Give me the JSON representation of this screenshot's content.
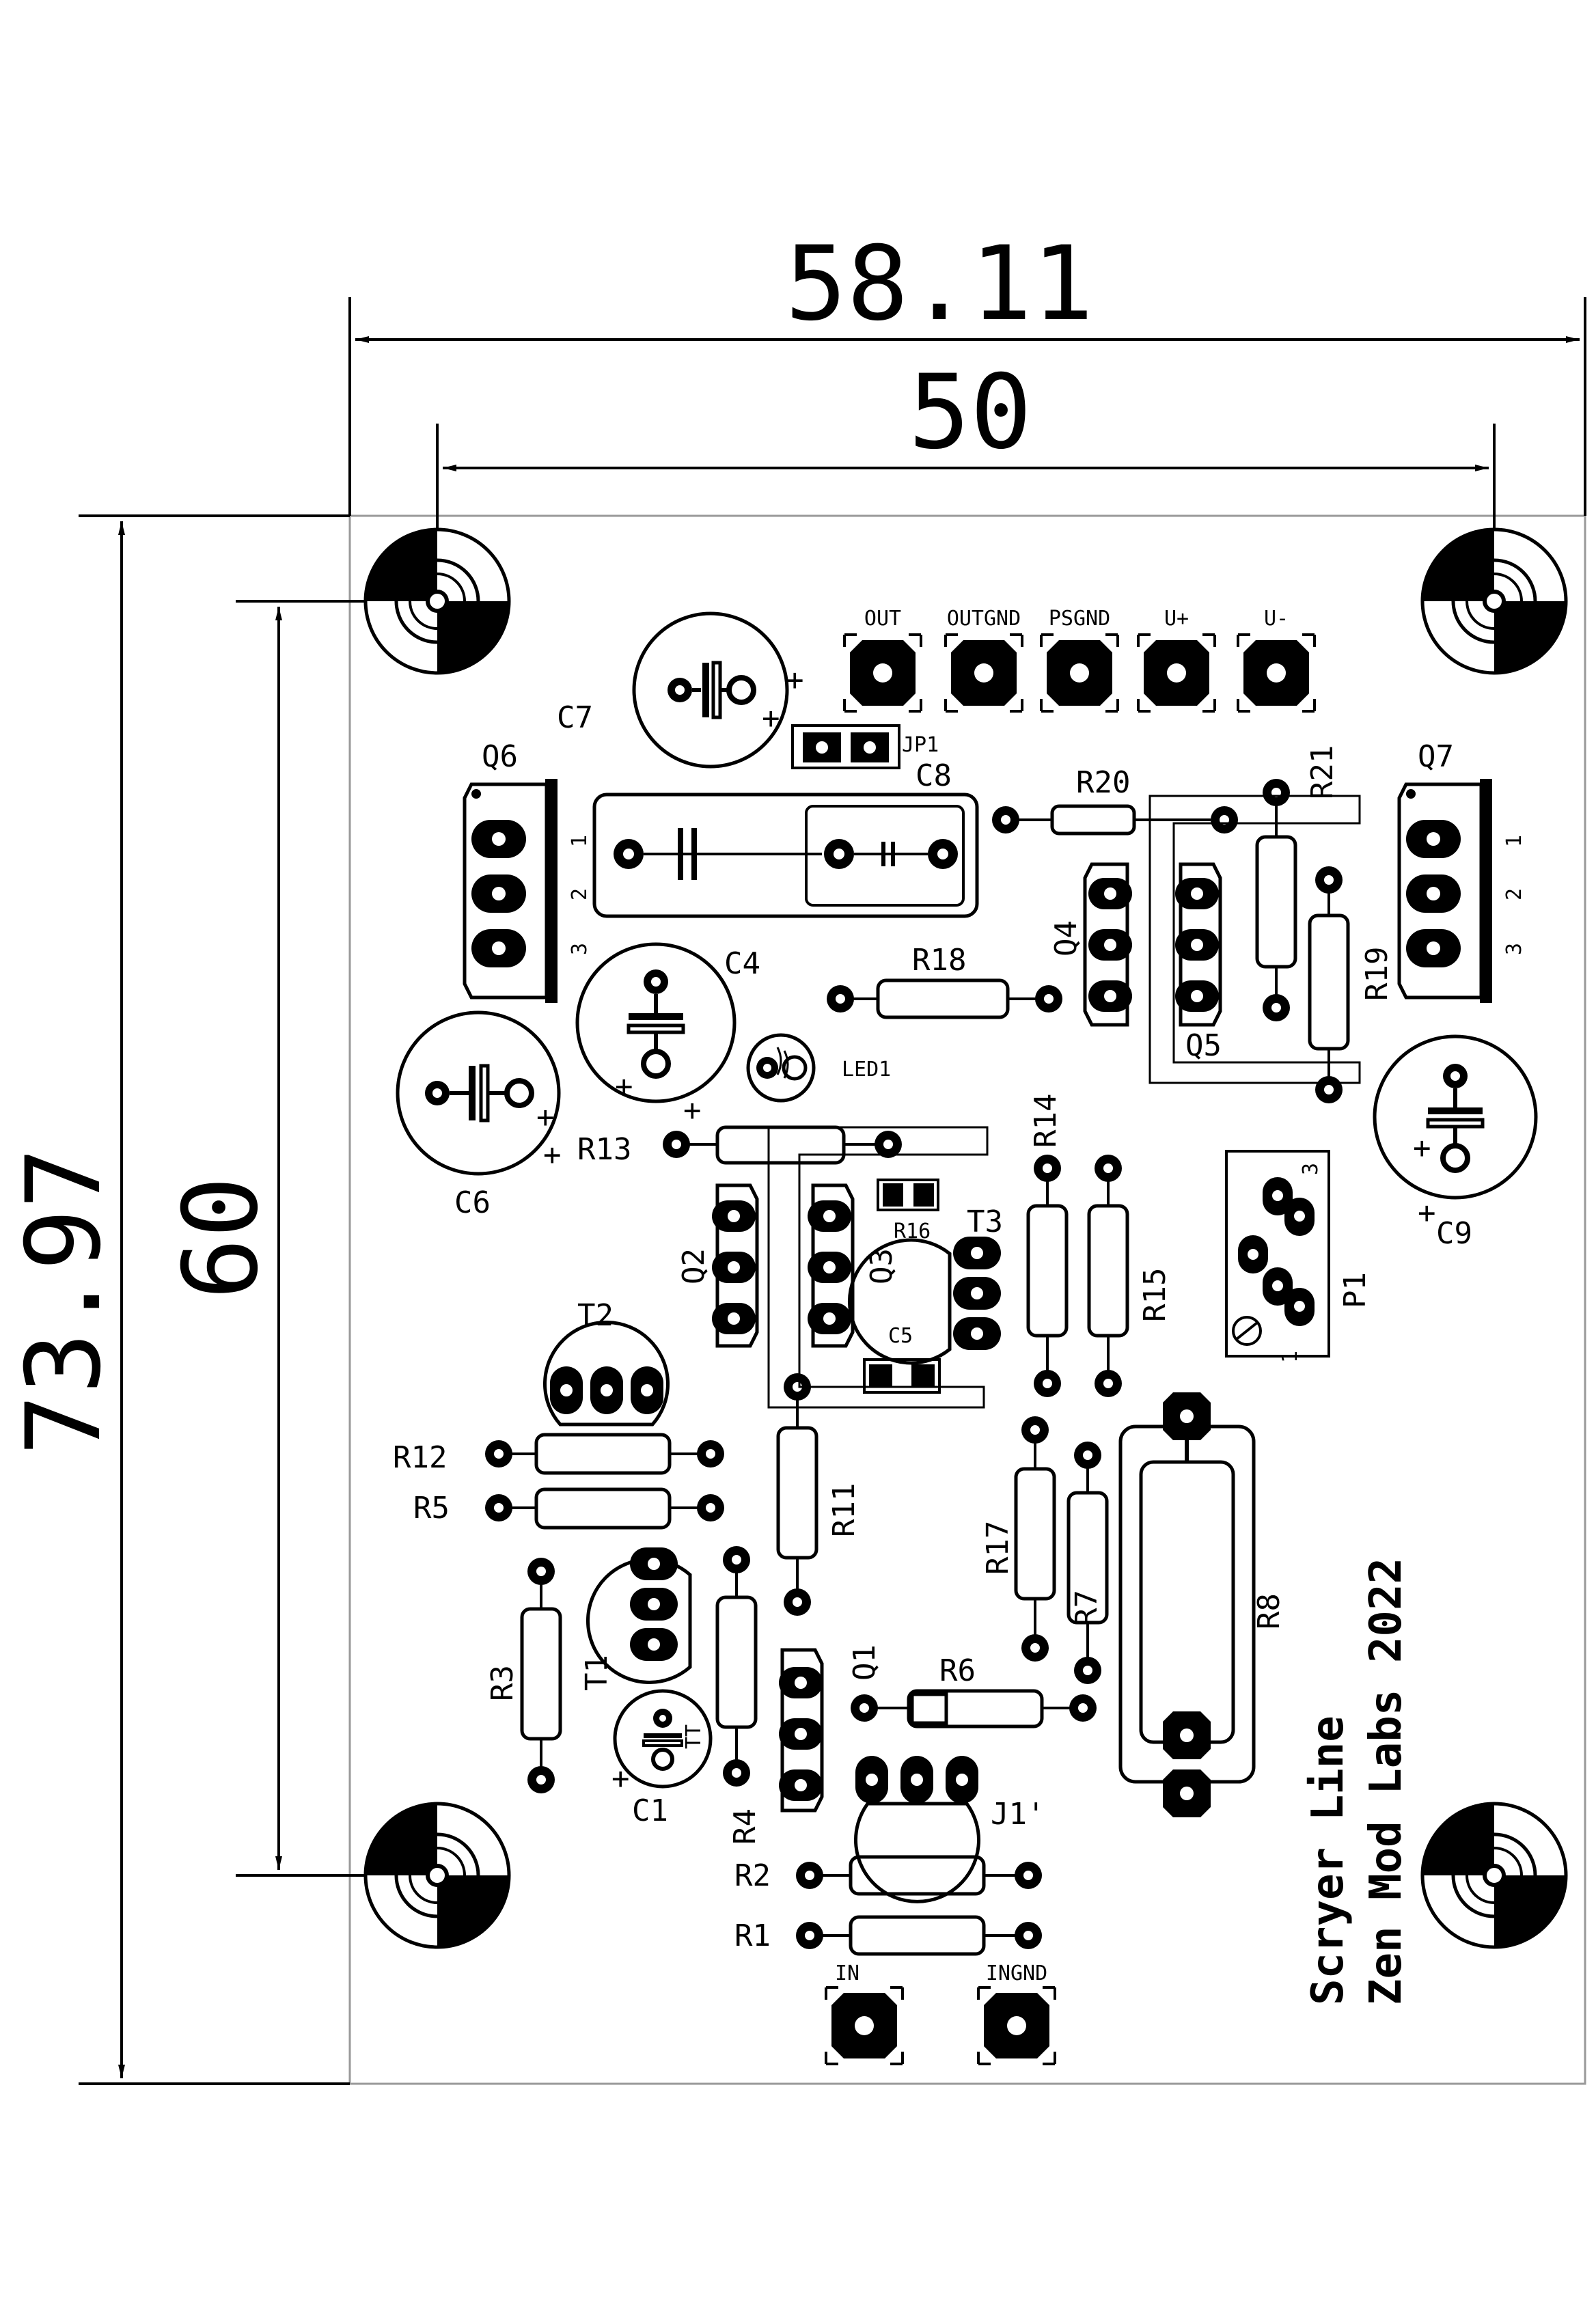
{
  "dimensions": {
    "overall_width": "58.11",
    "hole_spacing_x": "50",
    "overall_height": "73.97",
    "hole_spacing_y": "60"
  },
  "connectors": {
    "out": "OUT",
    "outgnd": "OUTGND",
    "psgnd": "PSGND",
    "u_plus": "U+",
    "u_minus": "U-",
    "in": "IN",
    "ingnd": "INGND"
  },
  "components": {
    "c1": "C1",
    "c4": "C4",
    "c5": "C5",
    "c6": "C6",
    "c7": "C7",
    "c8": "C8",
    "c9": "C9",
    "q1": "Q1",
    "q2": "Q2",
    "q3": "Q3",
    "q4": "Q4",
    "q5": "Q5",
    "q6": "Q6",
    "q7": "Q7",
    "t1": "T1",
    "t2": "T2",
    "t3": "T3",
    "tt": "TT",
    "r1": "R1",
    "r2": "R2",
    "r3": "R3",
    "r4": "R4",
    "r5": "R5",
    "r6": "R6",
    "r7": "R7",
    "r8": "R8",
    "r11": "R11",
    "r12": "R12",
    "r13": "R13",
    "r14": "R14",
    "r15": "R15",
    "r16": "R16",
    "r17": "R17",
    "r18": "R18",
    "r19": "R19",
    "r20": "R20",
    "r21": "R21",
    "jp1": "JP1",
    "led1": "LED1",
    "j1": "J1'",
    "p1": "P1"
  },
  "pins": {
    "one": "1",
    "two": "2",
    "three": "3"
  },
  "polarity": {
    "plus": "+"
  },
  "board_title": {
    "line1": "Scryer Line",
    "line2": "Zen Mod Labs 2022"
  }
}
